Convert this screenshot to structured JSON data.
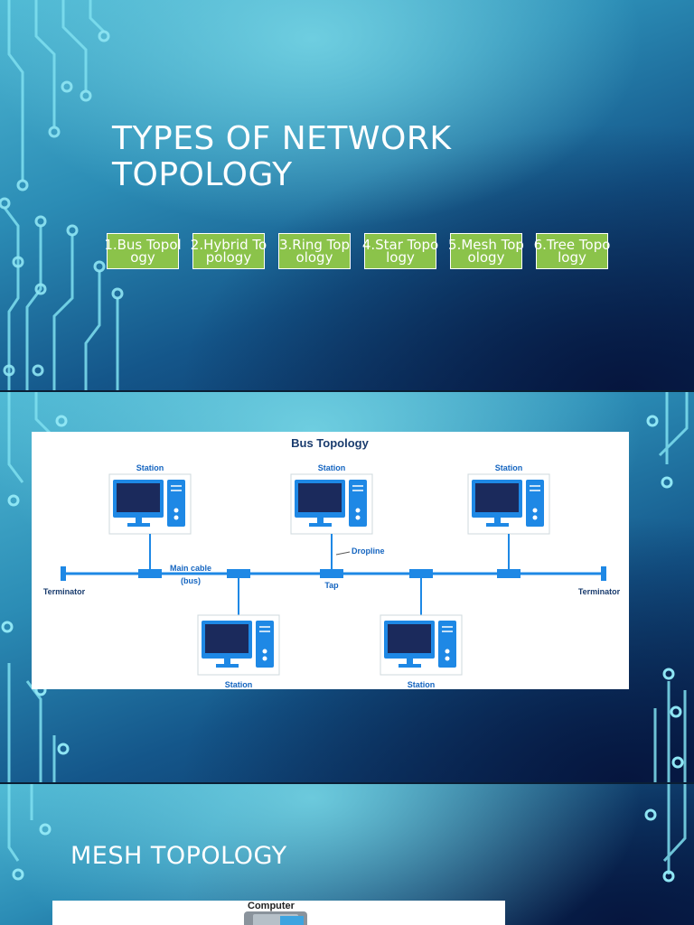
{
  "slide1": {
    "title_line1": "Types of Network",
    "title_line2": "Topology",
    "topologies": [
      {
        "label": "1.Bus Topology"
      },
      {
        "label": "2.Hybrid Topology"
      },
      {
        "label": "3.Ring Topology"
      },
      {
        "label": "4.Star Topology"
      },
      {
        "label": "5.Mesh Topology"
      },
      {
        "label": "6.Tree Topology"
      }
    ],
    "box_color": "#8bc34a"
  },
  "slide2": {
    "diagram": {
      "title": "Bus Topology",
      "station_label": "Station",
      "main_cable_line1": "Main cable",
      "main_cable_line2": "(bus)",
      "dropline_label": "Dropline",
      "tap_label": "Tap",
      "terminator_label": "Terminator",
      "bus_color": "#1e88e5",
      "label_color": "#1565c0"
    }
  },
  "slide3": {
    "title": "MESH TOPOLOGY",
    "computer_label": "Computer"
  }
}
